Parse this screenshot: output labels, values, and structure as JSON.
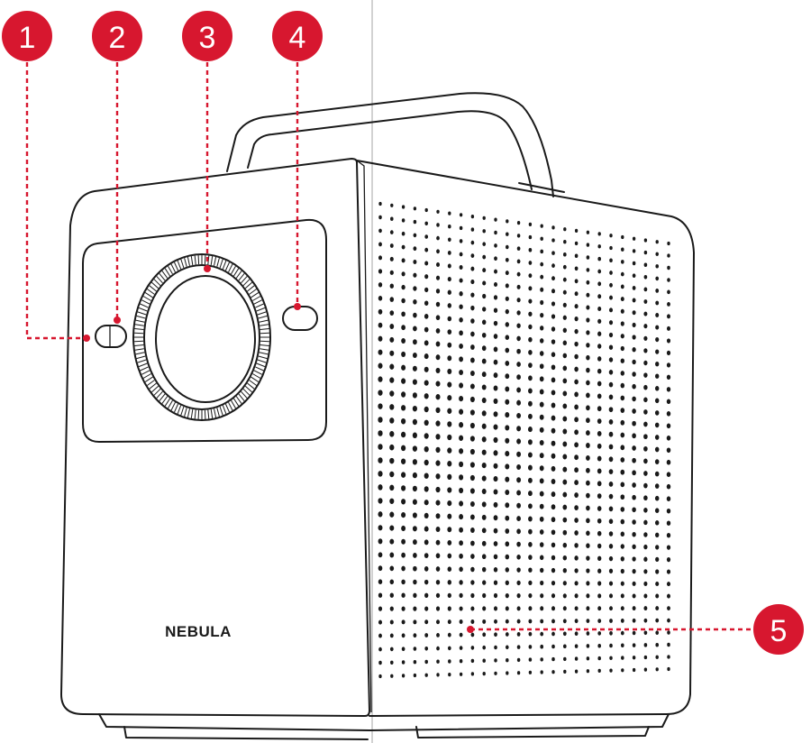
{
  "brand": {
    "label": "NEBULA"
  },
  "colors": {
    "callout": "#d7172f",
    "outline": "#1a1a1a",
    "seam": "#b5b5b5"
  },
  "callouts": [
    {
      "label": "1",
      "target": "left-sensor"
    },
    {
      "label": "2",
      "target": "front-sensor-left"
    },
    {
      "label": "3",
      "target": "projection-lens"
    },
    {
      "label": "4",
      "target": "front-sensor-right"
    },
    {
      "label": "5",
      "target": "speaker-grille"
    }
  ]
}
